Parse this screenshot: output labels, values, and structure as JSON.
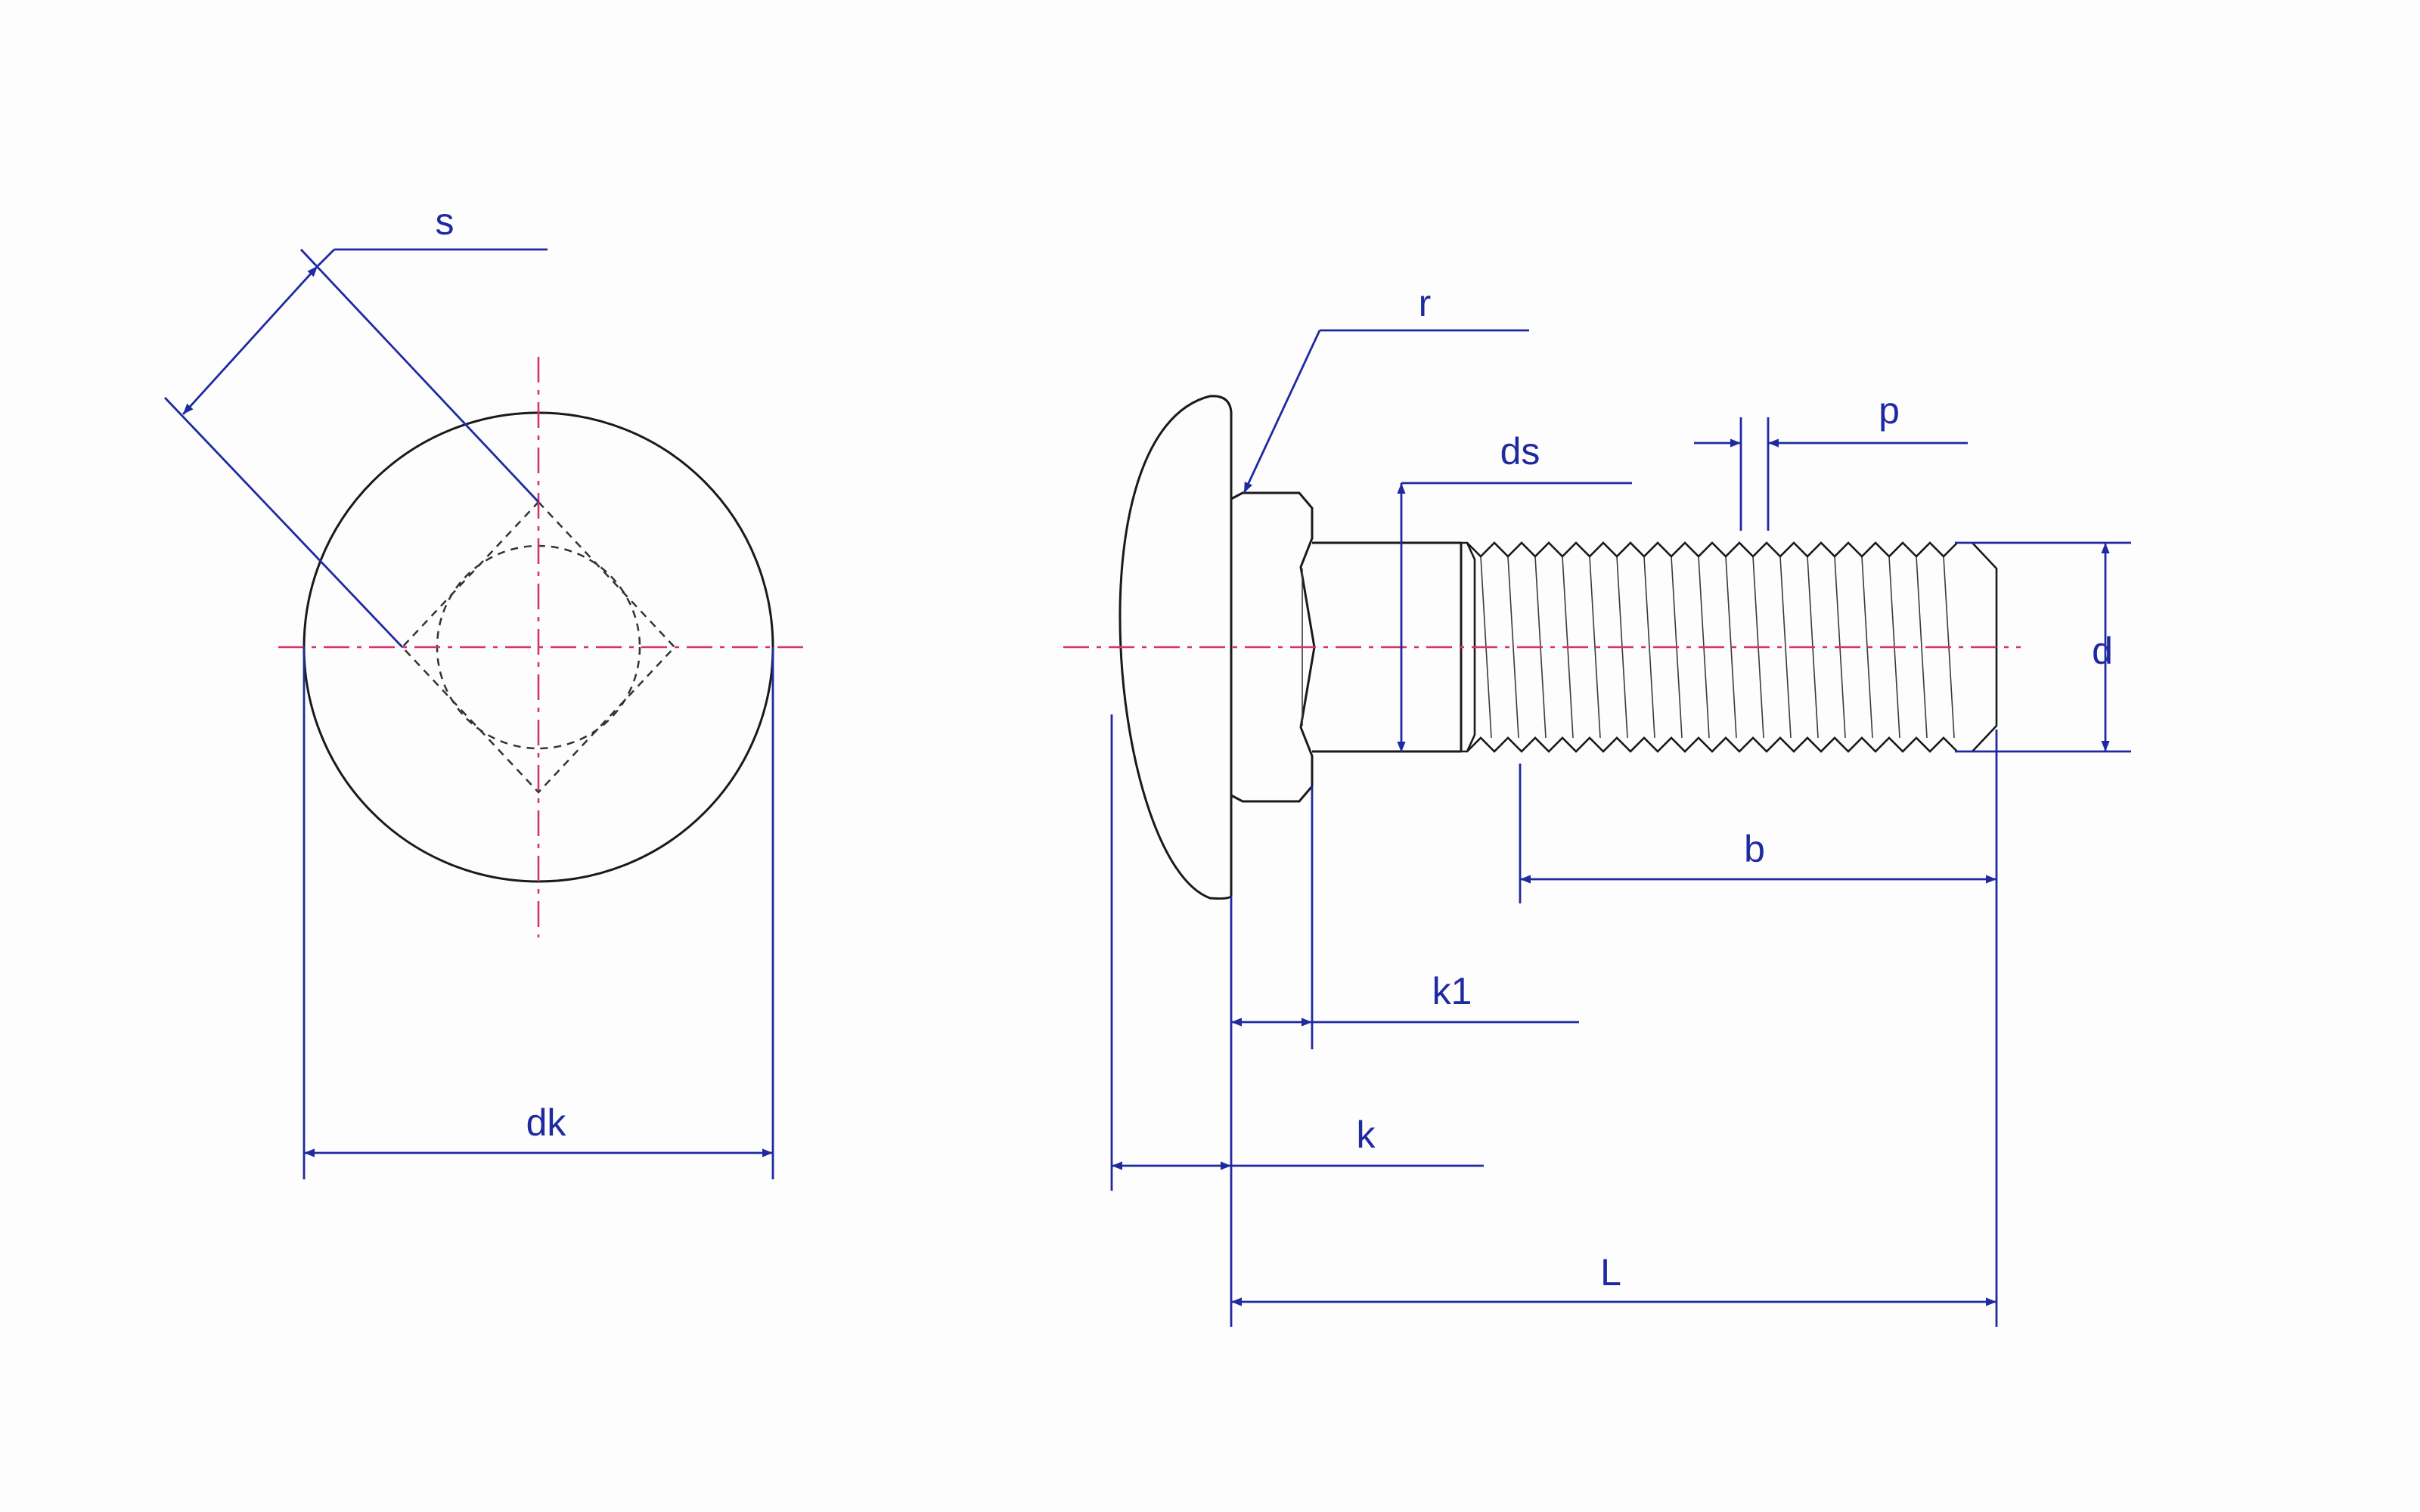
{
  "labels": {
    "s": "s",
    "dk": "dk",
    "r": "r",
    "ds": "ds",
    "p": "p",
    "d": "d",
    "b": "b",
    "k1": "k1",
    "k": "k",
    "L": "L"
  },
  "colors": {
    "outline": "#1a1a1a",
    "dimension": "#1f2aa0",
    "centerline": "#d6336c",
    "background": "#fdfdfd"
  }
}
